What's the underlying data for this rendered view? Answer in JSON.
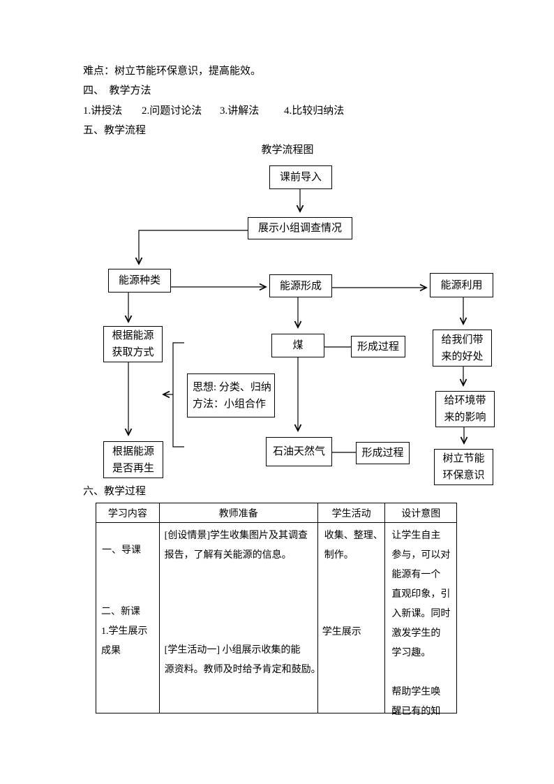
{
  "document": {
    "line_difficulty": "难点：树立节能环保意识，提高能效。",
    "heading_methods": "四、　教学方法",
    "methods": [
      "1.讲授法",
      "2.问题讨论法",
      "3.讲解法",
      "4.比较归纳法"
    ],
    "heading_flow": "五、教学流程",
    "heading_process": "六、教学过程"
  },
  "flowchart": {
    "title": "教学流程图",
    "boxes": {
      "pre_class": "课前导入",
      "show_survey": "展示小组调查情况",
      "energy_types": "能源种类",
      "energy_formation": "能源形成",
      "energy_use": "能源利用",
      "by_acquisition": [
        "根据能源",
        "获取方式"
      ],
      "coal": "煤",
      "formation_process_1": "形成过程",
      "benefits": [
        "给我们带",
        "来的好处"
      ],
      "thought_method": [
        "思想: 分类、归纳",
        "方法：小组合作"
      ],
      "env_impact": [
        "给环境带",
        "来的影响"
      ],
      "renewable": [
        "根据能源",
        "是否再生"
      ],
      "oil_gas": "石油天然气",
      "formation_process_2": "形成过程",
      "conservation": [
        "树立节能",
        "环保意识"
      ]
    },
    "line_color": "#000000"
  },
  "table": {
    "headers": [
      "学习内容",
      "教师准备",
      "学生活动",
      "设计意图"
    ],
    "row": {
      "content_block1": [
        "一、导课"
      ],
      "content_block2": [
        "二、新课",
        "1.学生展示",
        "成果"
      ],
      "teacher_block1": [
        "[创设情景]学生收集图片及其调查",
        "报告，了解有关能源的信息。"
      ],
      "teacher_block2": [
        "[学生活动一] 小组展示收集的能",
        "源资料。教师及时给予肯定和鼓励。"
      ],
      "student_block1": [
        "收集、整理、",
        "制作。"
      ],
      "student_block2": [
        "学生展示"
      ],
      "design_block": [
        "让学生自主",
        "参与，可以对",
        "能源有一个",
        "直观印象，引",
        "入新课。同时",
        "激发学生的",
        "学习趣。",
        "",
        "帮助学生唤",
        "醒已有的知"
      ]
    }
  }
}
